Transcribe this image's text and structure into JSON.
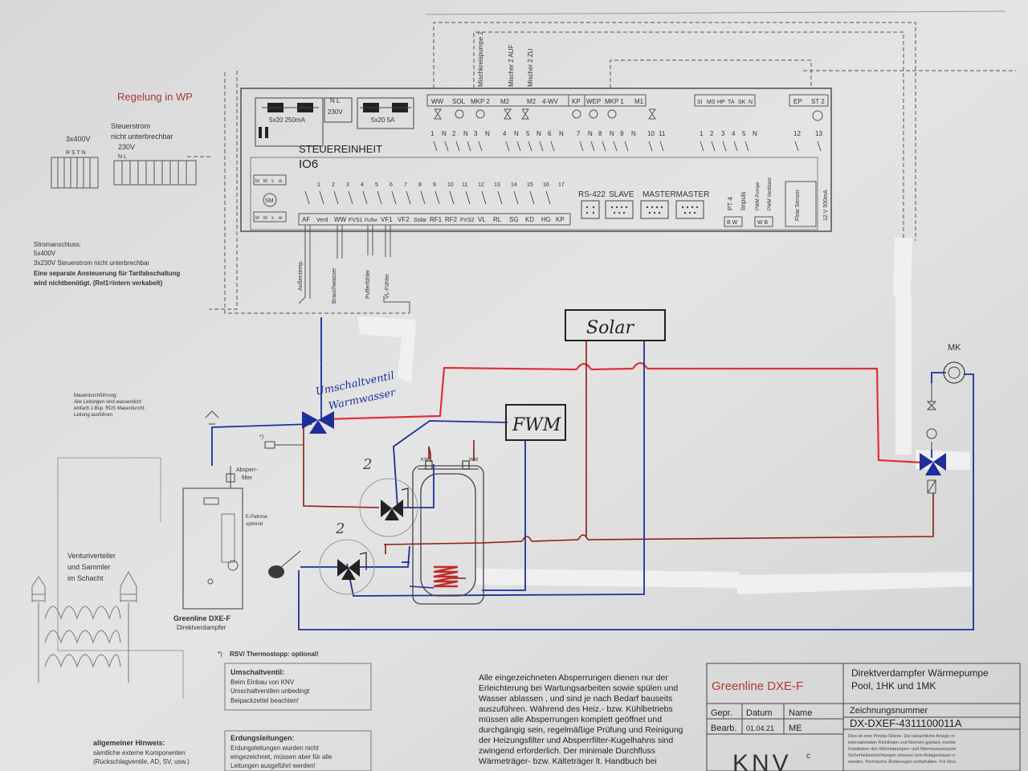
{
  "regelung_title": "Regelung in WP",
  "supply": {
    "threephase": "3x400V",
    "threephase_terms": "R S T N",
    "steuerstrom": "Steuerstrom",
    "steuer_unterbrechbar": "nicht unterbrechbar",
    "steuer_volt": "230V",
    "steuer_terms": "N L"
  },
  "strom": {
    "l1": "Stromanschluss:",
    "l2": "5x400V",
    "l3": "3x230V Steuerstrom nicht unterbrechbar",
    "l4": "Eine separate Ansteuerung für Tarifabschaltung",
    "l5": "wird nichtbenötigt. (Rel1=intern verkabelt)"
  },
  "controller": {
    "name": "STEUEREINHEIT",
    "model": "IO6",
    "fuse1": "5x20 250mA",
    "fuse2": "5x20 5A",
    "volt": "230V",
    "nl": "N L",
    "top_terms": [
      "WW",
      "SOL",
      "MKP 2",
      "M2",
      "M2",
      "4-WV",
      "KP",
      "WEP",
      "MKP 1",
      "M1",
      "SI",
      "MS",
      "HP",
      "TA",
      "SK",
      "N",
      "EP",
      "ST 2"
    ],
    "top_nums": [
      "1",
      "N",
      "2",
      "N",
      "3",
      "N",
      "4",
      "N",
      "5",
      "N",
      "6",
      "N",
      "7",
      "N",
      "8",
      "N",
      "9",
      "N",
      "10",
      "11",
      "1",
      "2",
      "3",
      "4",
      "5",
      "N",
      "12",
      "13"
    ],
    "sensor_nums": [
      "1",
      "2",
      "3",
      "4",
      "5",
      "6",
      "7",
      "8",
      "9",
      "10",
      "11",
      "12",
      "13",
      "14",
      "15",
      "16",
      "17"
    ],
    "bottom_terms": [
      "AF",
      "Verd",
      "WW",
      "FVS1",
      "Puffer",
      "VF1",
      "VF2",
      "Solar",
      "RF1",
      "RF2",
      "FVS2",
      "VL",
      "RL",
      "SG",
      "KD",
      "HG",
      "KP"
    ],
    "left_terms": [
      "br",
      "bl",
      "s",
      "w",
      "SM",
      "br",
      "bl",
      "s",
      "w"
    ],
    "rs422": "RS-422",
    "slave": "SLAVE",
    "mastermaster": "MASTERMASTER",
    "pt4": "PT 4",
    "impuls": "Impuls",
    "pwm_pumpe": "PWM Pumpe",
    "pwm_ventilator": "PWM Ventilator",
    "flow_sensor": "Flow Sensor",
    "v12": "12 V 500mA",
    "bw1": "B W",
    "bw2": "W B",
    "mischkreis_pumpe": "Mischkreispumpe 2",
    "mischer_auf": "Mischer 2 AUF",
    "mischer_zu": "Mischer 2 ZU",
    "sensor_aussen": "Außentemp.",
    "sensor_brauch": "Brauchwasser",
    "sensor_puffer": "Pufferfühler",
    "sensor_vl": "VL-Fühler"
  },
  "hydraulic": {
    "solar": "Solar",
    "fwm": "FWM",
    "mk": "MK",
    "valve_label_1": "Umschaltventil",
    "valve_label_2": "Warmwasser",
    "kw": "KW",
    "ww": "WW",
    "two_a": "2",
    "two_b": "2",
    "absperr_1": "Absperr-",
    "absperr_2": "filter",
    "epatrone_1": "E-Patrone",
    "epatrone_2": "optional",
    "mauer_1": "Mauerdurchführung:",
    "mauer_2": "Alle Leitungen sind wasserdicht",
    "mauer_3": "einfach z.Bsp. RDS Mauerdurchf.",
    "mauer_4": "Leitung ausführen",
    "venturi_1": "Venturiverteiler",
    "venturi_2": "und Sammler",
    "venturi_3": "im Schacht",
    "unit_name": "Greenline DXE-F",
    "unit_sub": "Direktverdampfer",
    "rsv_mark": "*)",
    "rsv": "RSV/ Thermostopp: optional!"
  },
  "notes": {
    "umschalt_title": "Umschaltventil:",
    "umschalt_1": "Beim Einbau von KNV",
    "umschalt_2": "Umschaltventilen unbedingt",
    "umschalt_3": "Beipackzettel beachten!",
    "erdung_title": "Erdungsleitungen:",
    "erdung_1": "Erdungsleitungen wurden nicht",
    "erdung_2": "eingezeichnet, müssen aber für alle",
    "erdung_3": "Leitungen ausgeführt werden!",
    "hinweis_title": "allgemeiner Hinweis:",
    "hinweis_1": "sämtliche externe Komponenten",
    "hinweis_2": "(Rückschlagventile, AD, SV, usw.)"
  },
  "center_note": [
    "Alle eingezeichneten Absperrungen dienen nur der",
    "Erleichterung bei Wartungsarbeiten sowie spülen und",
    "Wasser ablassen , und sind je nach Bedarf bauseits",
    "auszuführen. Während des Heiz.- bzw. Kühlbetriebs",
    "müssen alle Absperrungen komplett geöffnet und",
    "durchgängig sein, regelmäßige Prüfung und Reinigung",
    "der Heizungsfilter und Absperrfilter-Kugelhahns sind",
    "zwingend erforderlich. Der minimale Durchfluss",
    "Wärmeträger- bzw. Kälteträger lt. Handbuch bei"
  ],
  "title_block": {
    "product": "Greenline DXE-F",
    "desc_1": "Direktverdampfer Wärmepumpe",
    "desc_2": "Pool, 1HK und 1MK",
    "h_gepr": "Gepr.",
    "h_datum": "Datum",
    "h_name": "Name",
    "bearb": "Bearb.",
    "date": "01.04.21",
    "name": "ME",
    "zeichnung_label": "Zeichnungsnummer",
    "number": "DX-DXEF-4311100011A",
    "note_1": "Dies ist eine Prinzip-Skizze. Die tatsächliche Anlage m",
    "note_2": "internationalen Richtlinien und Normen geplant, montie",
    "note_3": "Installation des Wärmepumpen- und Warmwassersyste",
    "note_4": "Sicherheitseinrichtungen müssen vom Anlagenbauer n",
    "note_5": "werden. Technische Änderungen vorbehalten. Für Druc",
    "logo": "KNV"
  },
  "colors": {
    "red_pipe": "#e0303a",
    "dark_red_pipe": "#8b1a10",
    "blue_pipe": "#1e2f9a",
    "line": "#444444",
    "paper": "#e6e6e6"
  }
}
